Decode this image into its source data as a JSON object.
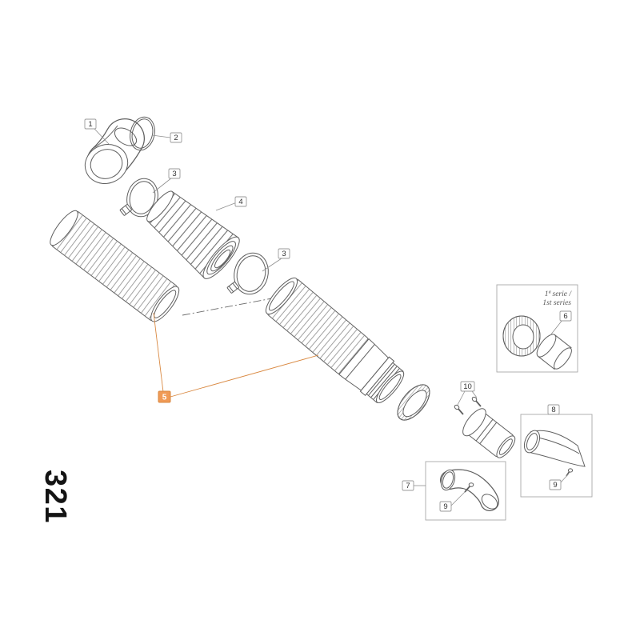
{
  "page": {
    "number": "321"
  },
  "diagram": {
    "series_note": {
      "line1": "1ª serie /",
      "line2": "1st series"
    },
    "callouts": {
      "c1": "1",
      "c2": "2",
      "c3a": "3",
      "c4": "4",
      "c3b": "3",
      "c5": "5",
      "c6": "6",
      "c7": "7",
      "c8": "8",
      "c9a": "9",
      "c9b": "9",
      "c10": "10"
    },
    "highlight": {
      "color": "#F09A56"
    }
  }
}
